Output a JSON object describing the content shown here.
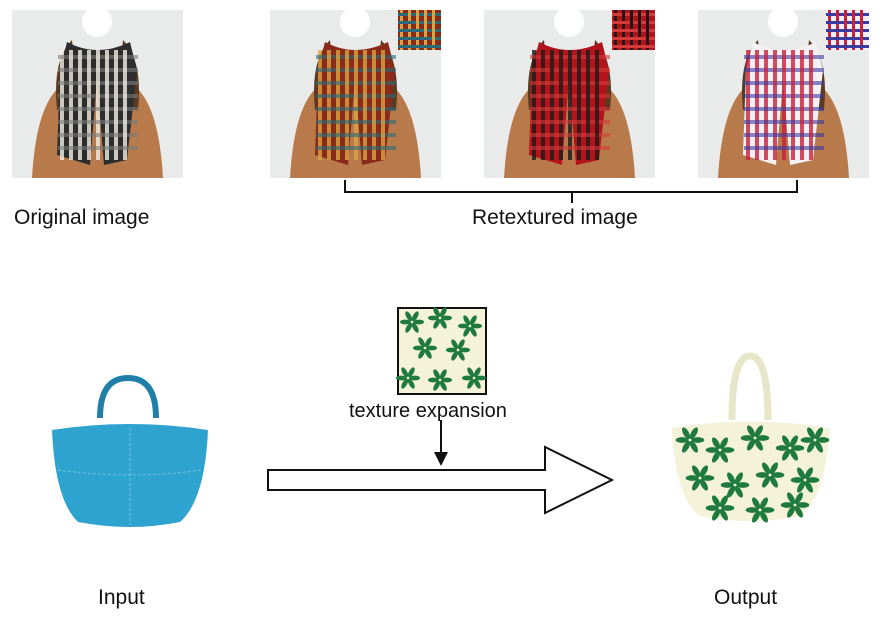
{
  "top": {
    "original_label": "Original image",
    "retextured_label": "Retextured image",
    "panels": [
      {
        "name": "original",
        "scarf_colors": [
          "#2d2d2d",
          "#f0ede4",
          "#7a7a7a"
        ]
      },
      {
        "name": "retextured-ethnic",
        "scarf_colors": [
          "#8a2a1a",
          "#d9a441",
          "#2a6a7a"
        ]
      },
      {
        "name": "retextured-red-plaid",
        "scarf_colors": [
          "#b3141c",
          "#1a1a1a",
          "#d43a3a"
        ]
      },
      {
        "name": "retextured-blue-red-plaid",
        "scarf_colors": [
          "#f4f0f4",
          "#c8203a",
          "#3a3aa0"
        ]
      }
    ]
  },
  "bottom": {
    "texture_label": "texture expansion",
    "input_label": "Input",
    "output_label": "Output",
    "input_color": "#2fa3cf",
    "output_base": "#f4f2d8",
    "output_pattern": "#1f7a3e"
  }
}
